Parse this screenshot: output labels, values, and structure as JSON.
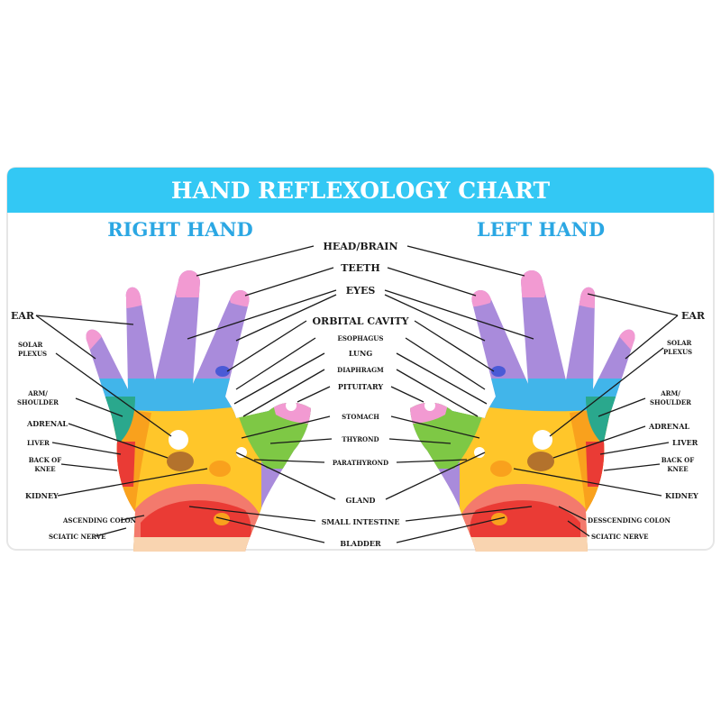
{
  "title": "HAND REFLEXOLOGY CHART",
  "right_hand_title": "RIGHT HAND",
  "left_hand_title": "LEFT HAND",
  "center_labels": {
    "head_brain": "HEAD/BRAIN",
    "teeth": "TEETH",
    "eyes": "EYES",
    "orbital_cavity": "ORBITAL CAVITY",
    "esophagus": "ESOPHAGUS",
    "lung": "LUNG",
    "diaphragm": "DIAPHRAGM",
    "pituitary": "PITUITARY",
    "stomach": "STOMACH",
    "thyrond": "THYROND",
    "parathyrond": "PARATHYROND",
    "gland": "GLAND",
    "small_intestine": "SMALL INTESTINE",
    "bladder": "BLADDER"
  },
  "right_side_labels": {
    "ear": "EAR",
    "solar_plexus": [
      "SOLAR",
      "PLEXUS"
    ],
    "arm_shoulder": [
      "ARM/",
      "SHOULDER"
    ],
    "adrenal": "ADRENAL",
    "liver": "LIVER",
    "back_of_knee": [
      "BACK OF",
      "KNEE"
    ],
    "kidney": "KIDNEY",
    "ascending_colon": "ASCENDING COLON",
    "sciatic_nerve": "SCIATIC NERVE"
  },
  "left_side_labels": {
    "ear": "EAR",
    "solar_plexus": [
      "SOLAR",
      "PLEXUS"
    ],
    "arm_shoulder": [
      "ARM/",
      "SHOULDER"
    ],
    "adrenal": "ADRENAL",
    "liver": "LIVER",
    "back_of_knee": [
      "BACK OF",
      "KNEE"
    ],
    "kidney": "KIDNEY",
    "descending_colon": "DESSCENDING COLON",
    "sciatic_nerve": "SCIATIC NERVE"
  },
  "colors": {
    "banner": "#33c8f4",
    "hand_title": "#2ba7e3",
    "fingertip_pink": "#f29ad2",
    "finger_purple": "#a98bdb",
    "band_blue": "#41b5ea",
    "palm_yellow": "#ffc62a",
    "palm_orange": "#f9a11d",
    "thumb_green": "#7ec845",
    "teal": "#2aa88d",
    "red": "#ea3b35",
    "coral": "#f37a6d",
    "brown": "#b3722c",
    "wrist_peach": "#f9d4b0",
    "lead_line": "#1a1a1a"
  }
}
